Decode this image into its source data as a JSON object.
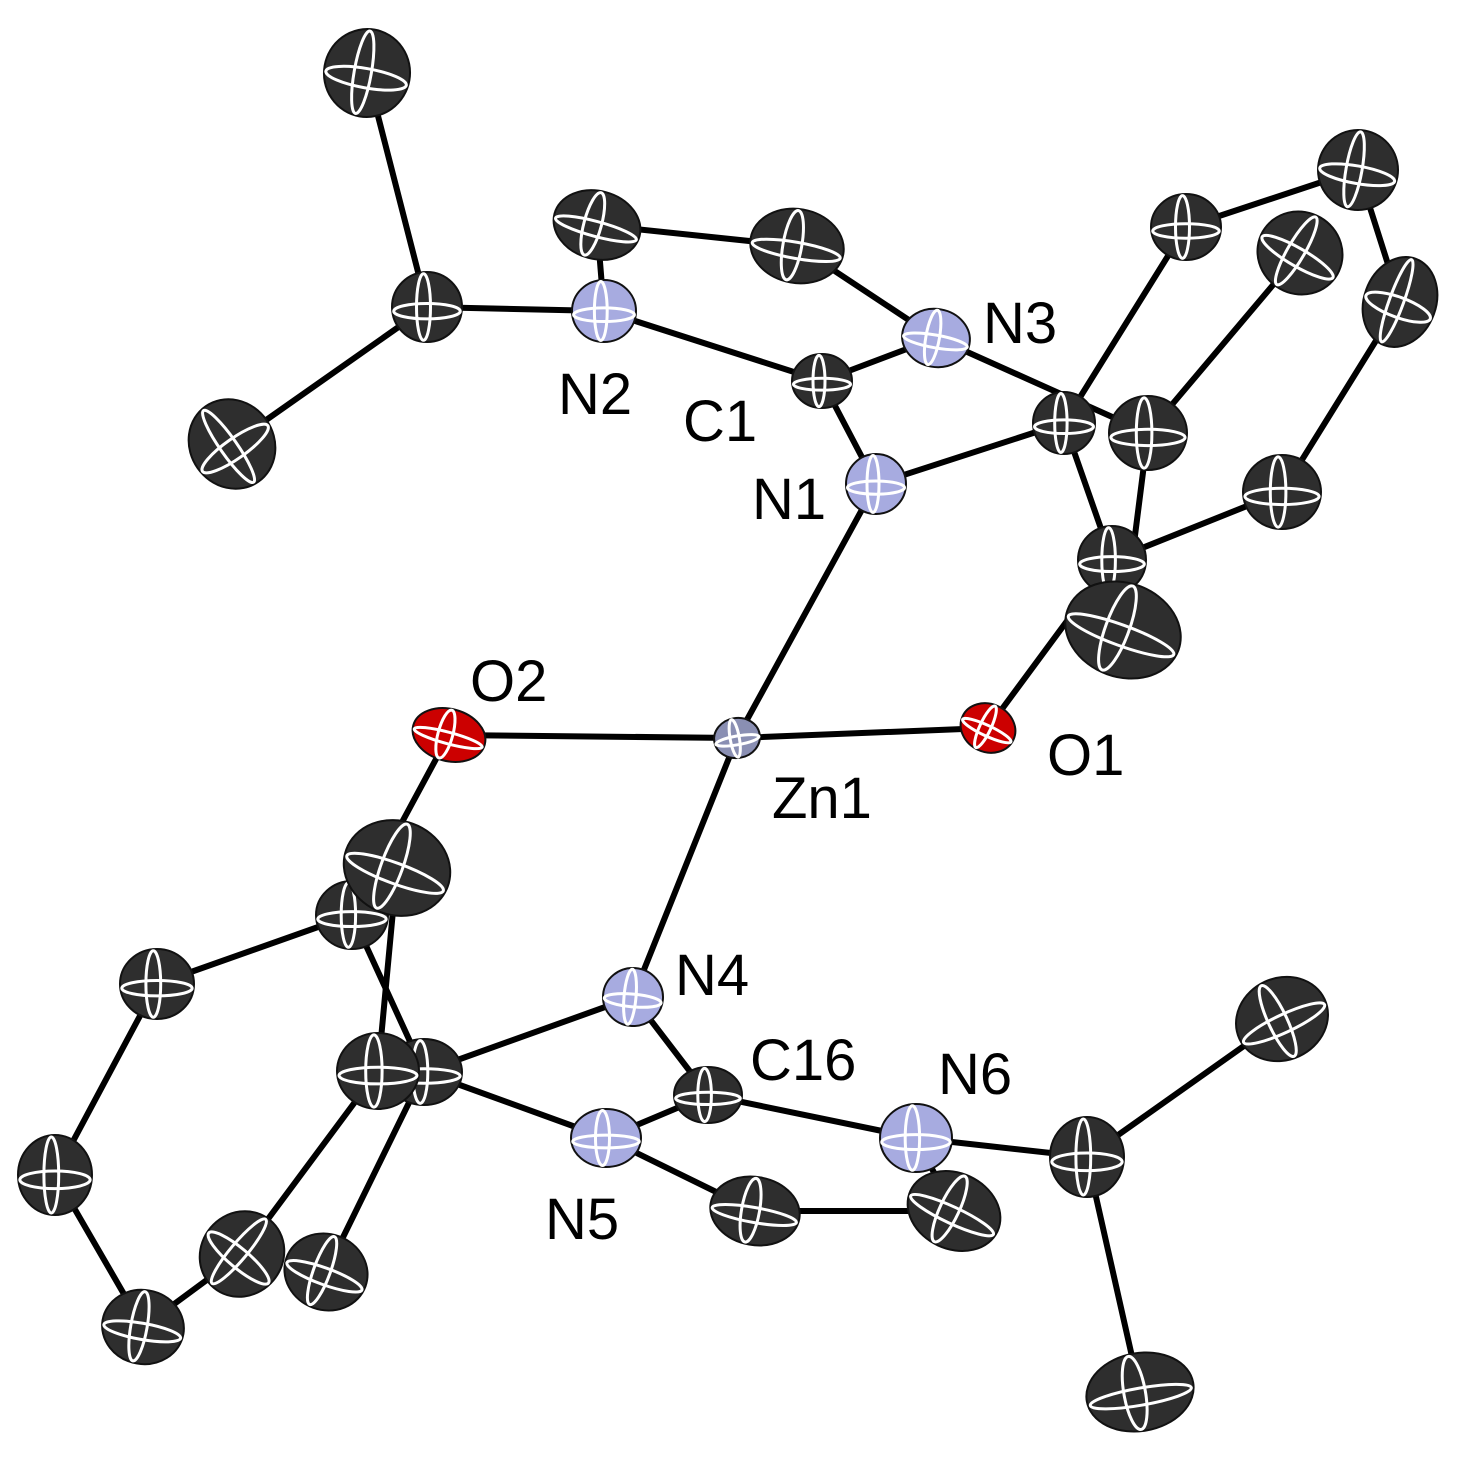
{
  "colors": {
    "background": "#ffffff",
    "carbon": "#2e2e2e",
    "nitrogen": "#a7abe0",
    "oxygen": "#cc0000",
    "zinc": "#8a8fb3",
    "bond": "#000000"
  },
  "labels": {
    "zn1": "Zn1",
    "o1": "O1",
    "o2": "O2",
    "n1": "N1",
    "n2": "N2",
    "n3": "N3",
    "n4": "N4",
    "n5": "N5",
    "n6": "N6",
    "c1": "C1",
    "c16": "C16"
  }
}
